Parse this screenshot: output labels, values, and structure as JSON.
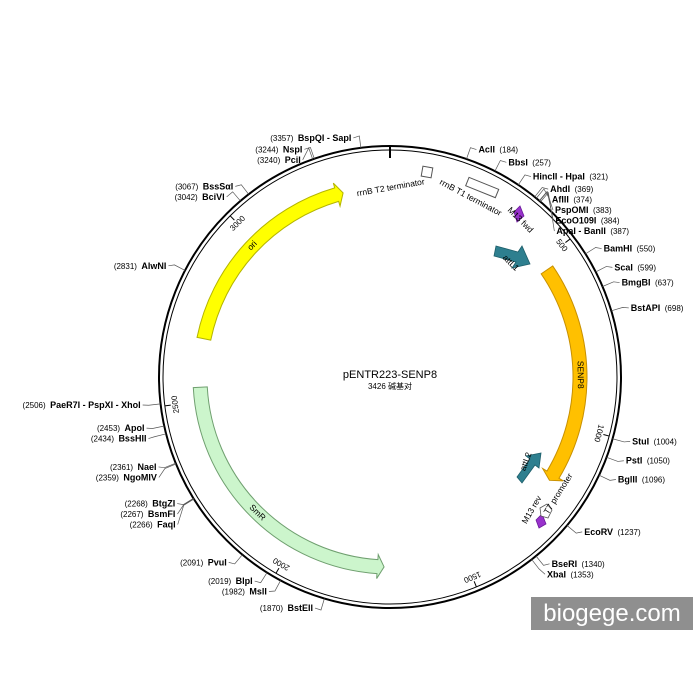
{
  "plasmid": {
    "name": "pENTR223-SENP8",
    "length_text": "3426 碱基对",
    "total_bp": 3426
  },
  "restriction_sites": [
    {
      "name": "AclI",
      "pos": 184,
      "label": "(184)",
      "side": "right"
    },
    {
      "name": "BbsI",
      "pos": 257,
      "label": "(257)",
      "side": "right"
    },
    {
      "name": "HincII - HpaI",
      "pos": 321,
      "label": "(321)",
      "side": "right"
    },
    {
      "name": "AhdI",
      "pos": 369,
      "label": "(369)",
      "side": "right"
    },
    {
      "name": "AflII",
      "pos": 374,
      "label": "(374)",
      "side": "right"
    },
    {
      "name": "PspOMI",
      "pos": 383,
      "label": "(383)",
      "side": "right"
    },
    {
      "name": "EcoO109I",
      "pos": 384,
      "label": "(384)",
      "side": "right"
    },
    {
      "name": "ApaI - BanII",
      "pos": 387,
      "label": "(387)",
      "side": "right"
    },
    {
      "name": "BamHI",
      "pos": 550,
      "label": "(550)",
      "side": "right"
    },
    {
      "name": "ScaI",
      "pos": 599,
      "label": "(599)",
      "side": "right"
    },
    {
      "name": "BmgBI",
      "pos": 637,
      "label": "(637)",
      "side": "right"
    },
    {
      "name": "BstAPI",
      "pos": 698,
      "label": "(698)",
      "side": "right"
    },
    {
      "name": "StuI",
      "pos": 1004,
      "label": "(1004)",
      "side": "right"
    },
    {
      "name": "PstI",
      "pos": 1050,
      "label": "(1050)",
      "side": "right"
    },
    {
      "name": "BglII",
      "pos": 1096,
      "label": "(1096)",
      "side": "right"
    },
    {
      "name": "EcoRV",
      "pos": 1237,
      "label": "(1237)",
      "side": "right"
    },
    {
      "name": "BseRI",
      "pos": 1340,
      "label": "(1340)",
      "side": "right"
    },
    {
      "name": "XbaI",
      "pos": 1353,
      "label": "(1353)",
      "side": "right"
    },
    {
      "name": "BstEII",
      "pos": 1870,
      "label": "(1870)",
      "side": "left"
    },
    {
      "name": "MslI",
      "pos": 1982,
      "label": "(1982)",
      "side": "left"
    },
    {
      "name": "BlpI",
      "pos": 2019,
      "label": "(2019)",
      "side": "left"
    },
    {
      "name": "PvuI",
      "pos": 2091,
      "label": "(2091)",
      "side": "left"
    },
    {
      "name": "FaqI",
      "pos": 2266,
      "label": "(2266)",
      "side": "left"
    },
    {
      "name": "BsmFI",
      "pos": 2267,
      "label": "(2267)",
      "side": "left"
    },
    {
      "name": "BtgZI",
      "pos": 2268,
      "label": "(2268)",
      "side": "left"
    },
    {
      "name": "NgoMIV",
      "pos": 2359,
      "label": "(2359)",
      "side": "left"
    },
    {
      "name": "NaeI",
      "pos": 2361,
      "label": "(2361)",
      "side": "left"
    },
    {
      "name": "BssHII",
      "pos": 2434,
      "label": "(2434)",
      "side": "left"
    },
    {
      "name": "ApoI",
      "pos": 2453,
      "label": "(2453)",
      "side": "left"
    },
    {
      "name": "PaeR7I - PspXI - XhoI",
      "pos": 2506,
      "label": "(2506)",
      "side": "left"
    },
    {
      "name": "AlwNI",
      "pos": 2831,
      "label": "(2831)",
      "side": "left"
    },
    {
      "name": "BciVI",
      "pos": 3042,
      "label": "(3042)",
      "side": "left"
    },
    {
      "name": "BssSαI",
      "pos": 3067,
      "label": "(3067)",
      "side": "left"
    },
    {
      "name": "PciI",
      "pos": 3240,
      "label": "(3240)",
      "side": "left"
    },
    {
      "name": "NspI",
      "pos": 3244,
      "label": "(3244)",
      "side": "left"
    },
    {
      "name": "BspQI - SapI",
      "pos": 3357,
      "label": "(3357)",
      "side": "left"
    }
  ],
  "features": [
    {
      "name": "SENP8",
      "start": 530,
      "end": 1170,
      "color": "#ffc000",
      "stroke": "#c89000",
      "type": "arrow"
    },
    {
      "name": "SmR",
      "start": 1730,
      "end": 2540,
      "color": "#ccf5cc",
      "stroke": "#6f9f6f",
      "type": "arrow",
      "reverse": true
    },
    {
      "name": "ori",
      "start": 2680,
      "end": 3290,
      "color": "#ffff00",
      "stroke": "#b4b400",
      "type": "arrow"
    }
  ],
  "labels": {
    "rrnB_T2": "rrnB T2 terminator",
    "rrnB_T1": "rrnB T1 terminator",
    "m13_fwd": "M13 fwd",
    "attL1": "attL1",
    "attL2": "attL2",
    "m13_rev": "M13 rev",
    "t7": "T7 promoter"
  },
  "ticks": [
    {
      "pos": 500,
      "label": "500"
    },
    {
      "pos": 1000,
      "label": "1000"
    },
    {
      "pos": 1500,
      "label": "1500"
    },
    {
      "pos": 2000,
      "label": "2000"
    },
    {
      "pos": 2500,
      "label": "2500"
    },
    {
      "pos": 3000,
      "label": "3000"
    }
  ],
  "watermark": "biogege.com"
}
